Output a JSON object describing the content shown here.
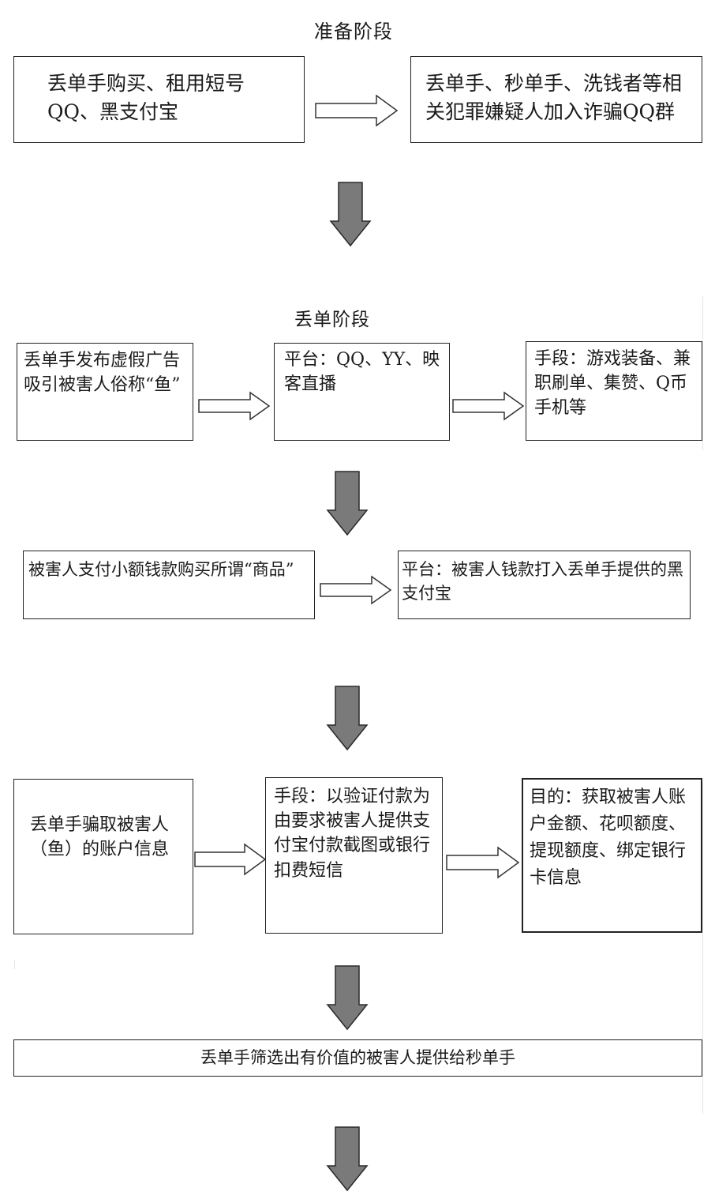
{
  "stage1": {
    "title": "准备阶段",
    "box_left": "丢单手购买、租用短号QQ、黑支付宝",
    "box_right": "丢单手、秒单手、洗钱者等相关犯罪嫌疑人加入诈骗QQ群"
  },
  "stage2": {
    "title": "丢单阶段",
    "row1": {
      "box1": "丢单手发布虚假广告吸引被害人俗称“鱼”",
      "box2": "平台：QQ、YY、映客直播",
      "box3": "手段：游戏装备、兼职刷单、集赞、Q币手机等"
    },
    "row2": {
      "box1": "被害人支付小额钱款购买所谓“商品”",
      "box2": "平台：被害人钱款打入丢单手提供的黑支付宝"
    }
  },
  "stage3": {
    "box1": "丢单手骗取被害人（鱼）的账户信息",
    "box2": "手段：以验证付款为由要求被害人提供支付宝付款截图或银行扣费短信",
    "box3": "目的：获取被害人账户金额、花呗额度、提现额度、绑定银行卡信息",
    "summary": "丢单手筛选出有价值的被害人提供给秒单手"
  },
  "colors": {
    "down_arrow_fill": "#7a7a7a",
    "down_arrow_stroke": "#2a2a2a",
    "box_border": "#222222"
  }
}
